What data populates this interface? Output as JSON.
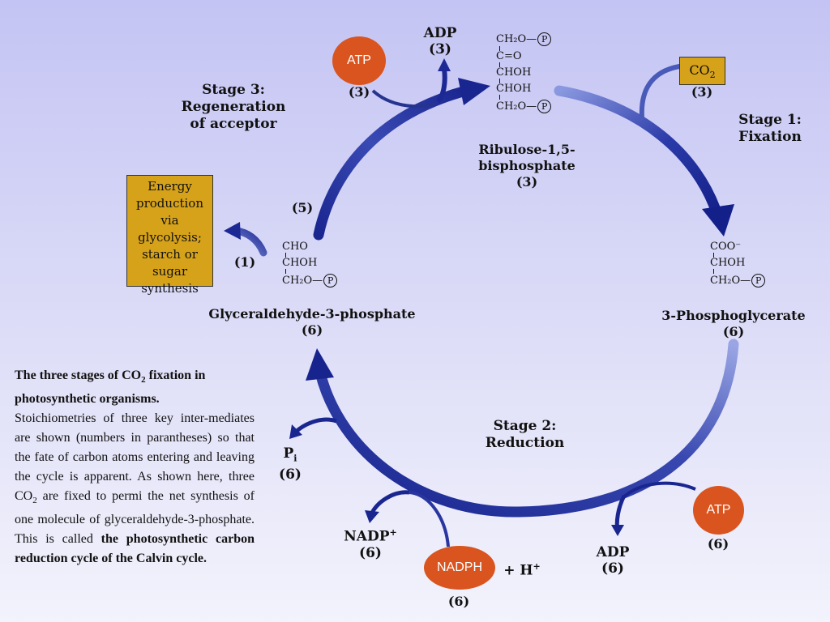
{
  "stages": {
    "stage1": {
      "line1": "Stage 1:",
      "line2": "Fixation"
    },
    "stage2": {
      "line1": "Stage 2:",
      "line2": "Reduction"
    },
    "stage3": {
      "line1": "Stage 3:",
      "line2": "Regeneration",
      "line3": "of acceptor"
    }
  },
  "molecules": {
    "rubp": {
      "line1": "Ribulose-1,5-",
      "line2": "bisphosphate",
      "count": "(3)",
      "formula": [
        "CH₂O—",
        "C=O",
        "CHOH",
        "CHOH",
        "CH₂O—"
      ]
    },
    "pga": {
      "name": "3-Phosphoglycerate",
      "count": "(6)",
      "formula": [
        "COO⁻",
        "CHOH",
        "CH₂O—"
      ]
    },
    "g3p": {
      "name": "Glyceraldehyde-3-phosphate",
      "count": "(6)",
      "formula": [
        "CHO",
        "CHOH",
        "CH₂O—"
      ]
    },
    "p_symbol": "P"
  },
  "cofactors": {
    "atp_top": {
      "label": "ATP",
      "count": "(3)"
    },
    "adp_top": {
      "label": "ADP",
      "count": "(3)"
    },
    "co2": {
      "label": "CO",
      "sub": "2",
      "count": "(3)"
    },
    "atp_bottom": {
      "label": "ATP",
      "count": "(6)"
    },
    "adp_bottom": {
      "label": "ADP",
      "count": "(6)"
    },
    "nadph": {
      "label": "NADPH",
      "plus": "+ H",
      "sup": "+",
      "count": "(6)"
    },
    "nadp": {
      "label": "NADP",
      "sup": "+",
      "count": "(6)"
    },
    "pi": {
      "label": "P",
      "sub": "i",
      "count": "(6)"
    },
    "branch5": "(5)",
    "branch1": "(1)"
  },
  "energy_box": {
    "lines": [
      "Energy",
      "production",
      "via glycolysis;",
      "starch or",
      "sugar",
      "synthesis"
    ]
  },
  "caption": {
    "title_a": "The three stages of CO",
    "title_sub": "2",
    "title_b": " fixation in photosynthetic organisms.",
    "body_a": "Stoichiometries of three key inter-mediates are shown (numbers in parantheses) so that the fate of carbon atoms entering and leaving the cycle is apparent. As shown here, three CO",
    "body_sub": "2",
    "body_b": " are fixed to permi the net synthesis of one molecule of glyceraldehyde-3-phosphate. This is called ",
    "body_bold": "the photosynthetic carbon reduction cycle of the Calvin cycle."
  },
  "colors": {
    "arrow": "#1a2a9a",
    "arrow_light": "#7a8ad8",
    "oval": "#d9541f",
    "box": "#d6a21a"
  }
}
